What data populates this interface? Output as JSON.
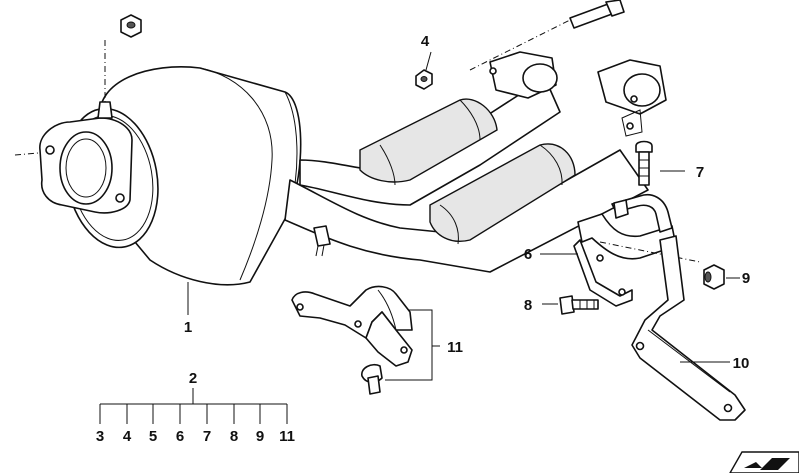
{
  "callouts": {
    "p1": "1",
    "p2": "2",
    "p4": "4",
    "p6": "6",
    "p7": "7",
    "p8": "8",
    "p9": "9",
    "p10": "10",
    "p11": "11"
  },
  "set_list": [
    "3",
    "4",
    "5",
    "6",
    "7",
    "8",
    "9",
    "11"
  ],
  "icons": {
    "corner": "arrow-corner-icon"
  }
}
